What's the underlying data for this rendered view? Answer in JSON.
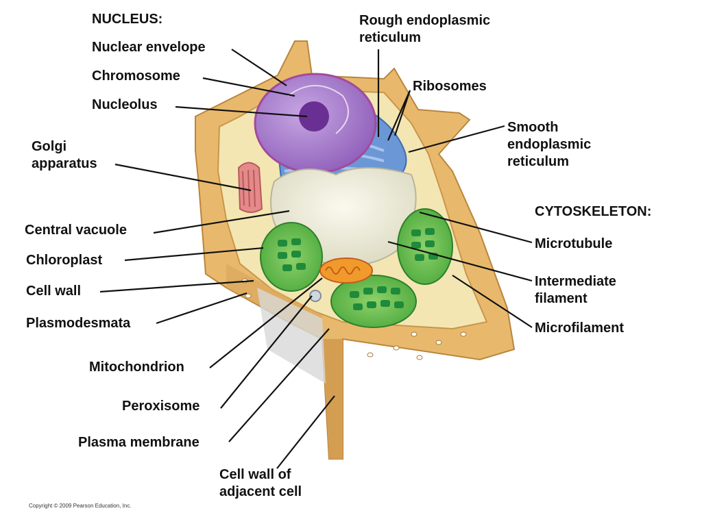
{
  "labels": {
    "nucleus_heading": "NUCLEUS:",
    "nuclear_envelope": "Nuclear envelope",
    "chromosome": "Chromosome",
    "nucleolus": "Nucleolus",
    "golgi_apparatus": "Golgi\napparatus",
    "central_vacuole": "Central vacuole",
    "chloroplast": "Chloroplast",
    "cell_wall": "Cell wall",
    "plasmodesmata": "Plasmodesmata",
    "mitochondrion": "Mitochondrion",
    "peroxisome": "Peroxisome",
    "plasma_membrane": "Plasma membrane",
    "cell_wall_adjacent": "Cell wall of\nadjacent cell",
    "rough_er": "Rough endoplasmic\nreticulum",
    "ribosomes": "Ribosomes",
    "smooth_er": "Smooth\nendoplasmic\nreticulum",
    "cytoskeleton_heading": "CYTOSKELETON:",
    "microtubule": "Microtubule",
    "intermediate_filament": "Intermediate\nfilament",
    "microfilament": "Microfilament"
  },
  "copyright": "Copyright © 2009 Pearson Education, Inc.",
  "colors": {
    "cell_wall": "#e8b96c",
    "cell_wall_dark": "#c9954a",
    "cytoplasm": "#f3e6b3",
    "nucleus": "#9c6cc4",
    "rough_er": "#6b97d6",
    "vacuole": "#eae7cf",
    "chloroplast": "#3fae3f",
    "mitochondrion": "#f19a2c",
    "golgi": "#e48a8a"
  }
}
